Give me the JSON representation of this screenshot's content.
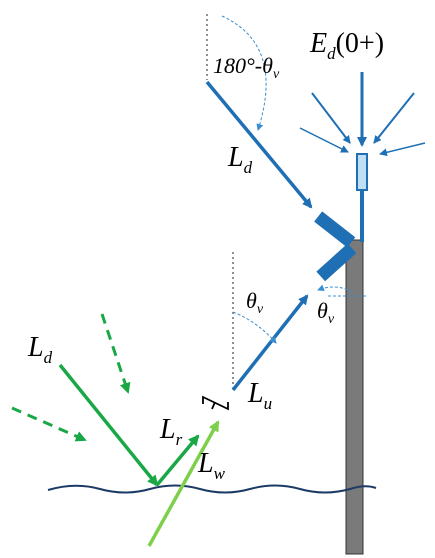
{
  "diagram": {
    "labels": {
      "Ld_top": {
        "main": "L",
        "sub": "d"
      },
      "Ed": {
        "main": "E",
        "sub": "d",
        "suffix": "(0+)"
      },
      "angle_top": {
        "prefix": "180°-θ",
        "sub": "v"
      },
      "theta_left": {
        "main": "θ",
        "sub": "v"
      },
      "theta_right": {
        "main": "θ",
        "sub": "v"
      },
      "Ld_left": {
        "main": "L",
        "sub": "d"
      },
      "Lu": {
        "main": "L",
        "sub": "u"
      },
      "Lr": {
        "main": "L",
        "sub": "r"
      },
      "Lw": {
        "main": "L",
        "sub": "w"
      }
    },
    "colors": {
      "sky_radiance": "#1f6fb4",
      "sensor_body": "#1f6fb4",
      "irradiance_collector": "#bfe0f4",
      "mast": "#7a7a7a",
      "water_surface": "#1b3a66",
      "surface_rays": "#1aa846",
      "water_leaving": "#7ed04a",
      "dashed_arc": "#3a8fd0"
    }
  }
}
